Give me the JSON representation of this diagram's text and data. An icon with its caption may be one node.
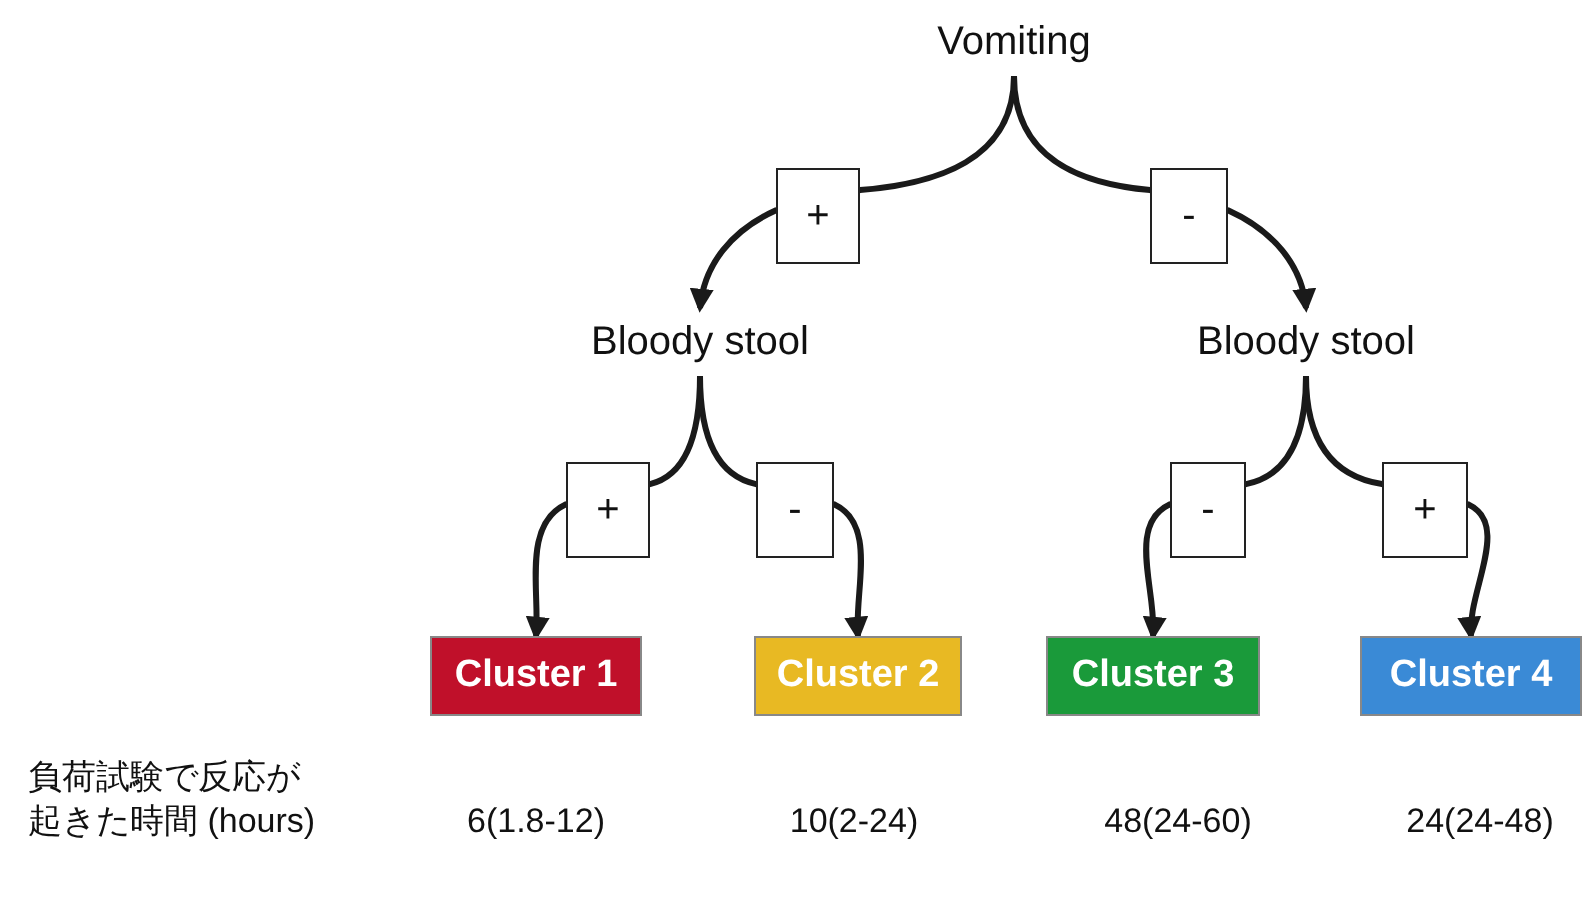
{
  "diagram": {
    "nodes": [
      {
        "text": [
          "Vomiting"
        ]
      },
      {
        "text": [
          "Bloody stool"
        ]
      },
      {
        "text": [
          "Bloody stool"
        ]
      },
      {
        "text": [
          "Cluster 1"
        ]
      },
      {
        "text": [
          "Cluster 2"
        ]
      },
      {
        "text": [
          "Cluster 3"
        ]
      },
      {
        "text": [
          "Cluster 4"
        ]
      }
    ],
    "edges": [
      {
        "from": 0,
        "to": 1,
        "arrow": "to",
        "label": "+"
      },
      {
        "from": 0,
        "to": 2,
        "arrow": "to",
        "label": "-"
      },
      {
        "from": 1,
        "to": 3,
        "arrow": "to",
        "label": "+"
      },
      {
        "from": 1,
        "to": 4,
        "arrow": "to",
        "label": "-"
      },
      {
        "from": 2,
        "to": 5,
        "arrow": "to",
        "label": "-"
      },
      {
        "from": 2,
        "to": 6,
        "arrow": "to",
        "label": "+"
      }
    ],
    "labels": [
      "負荷試験で反応が起きた時間 (hours)",
      "6(1.8-12)",
      "10(2-24)",
      "48(24-60)",
      "24(24-48)"
    ]
  }
}
